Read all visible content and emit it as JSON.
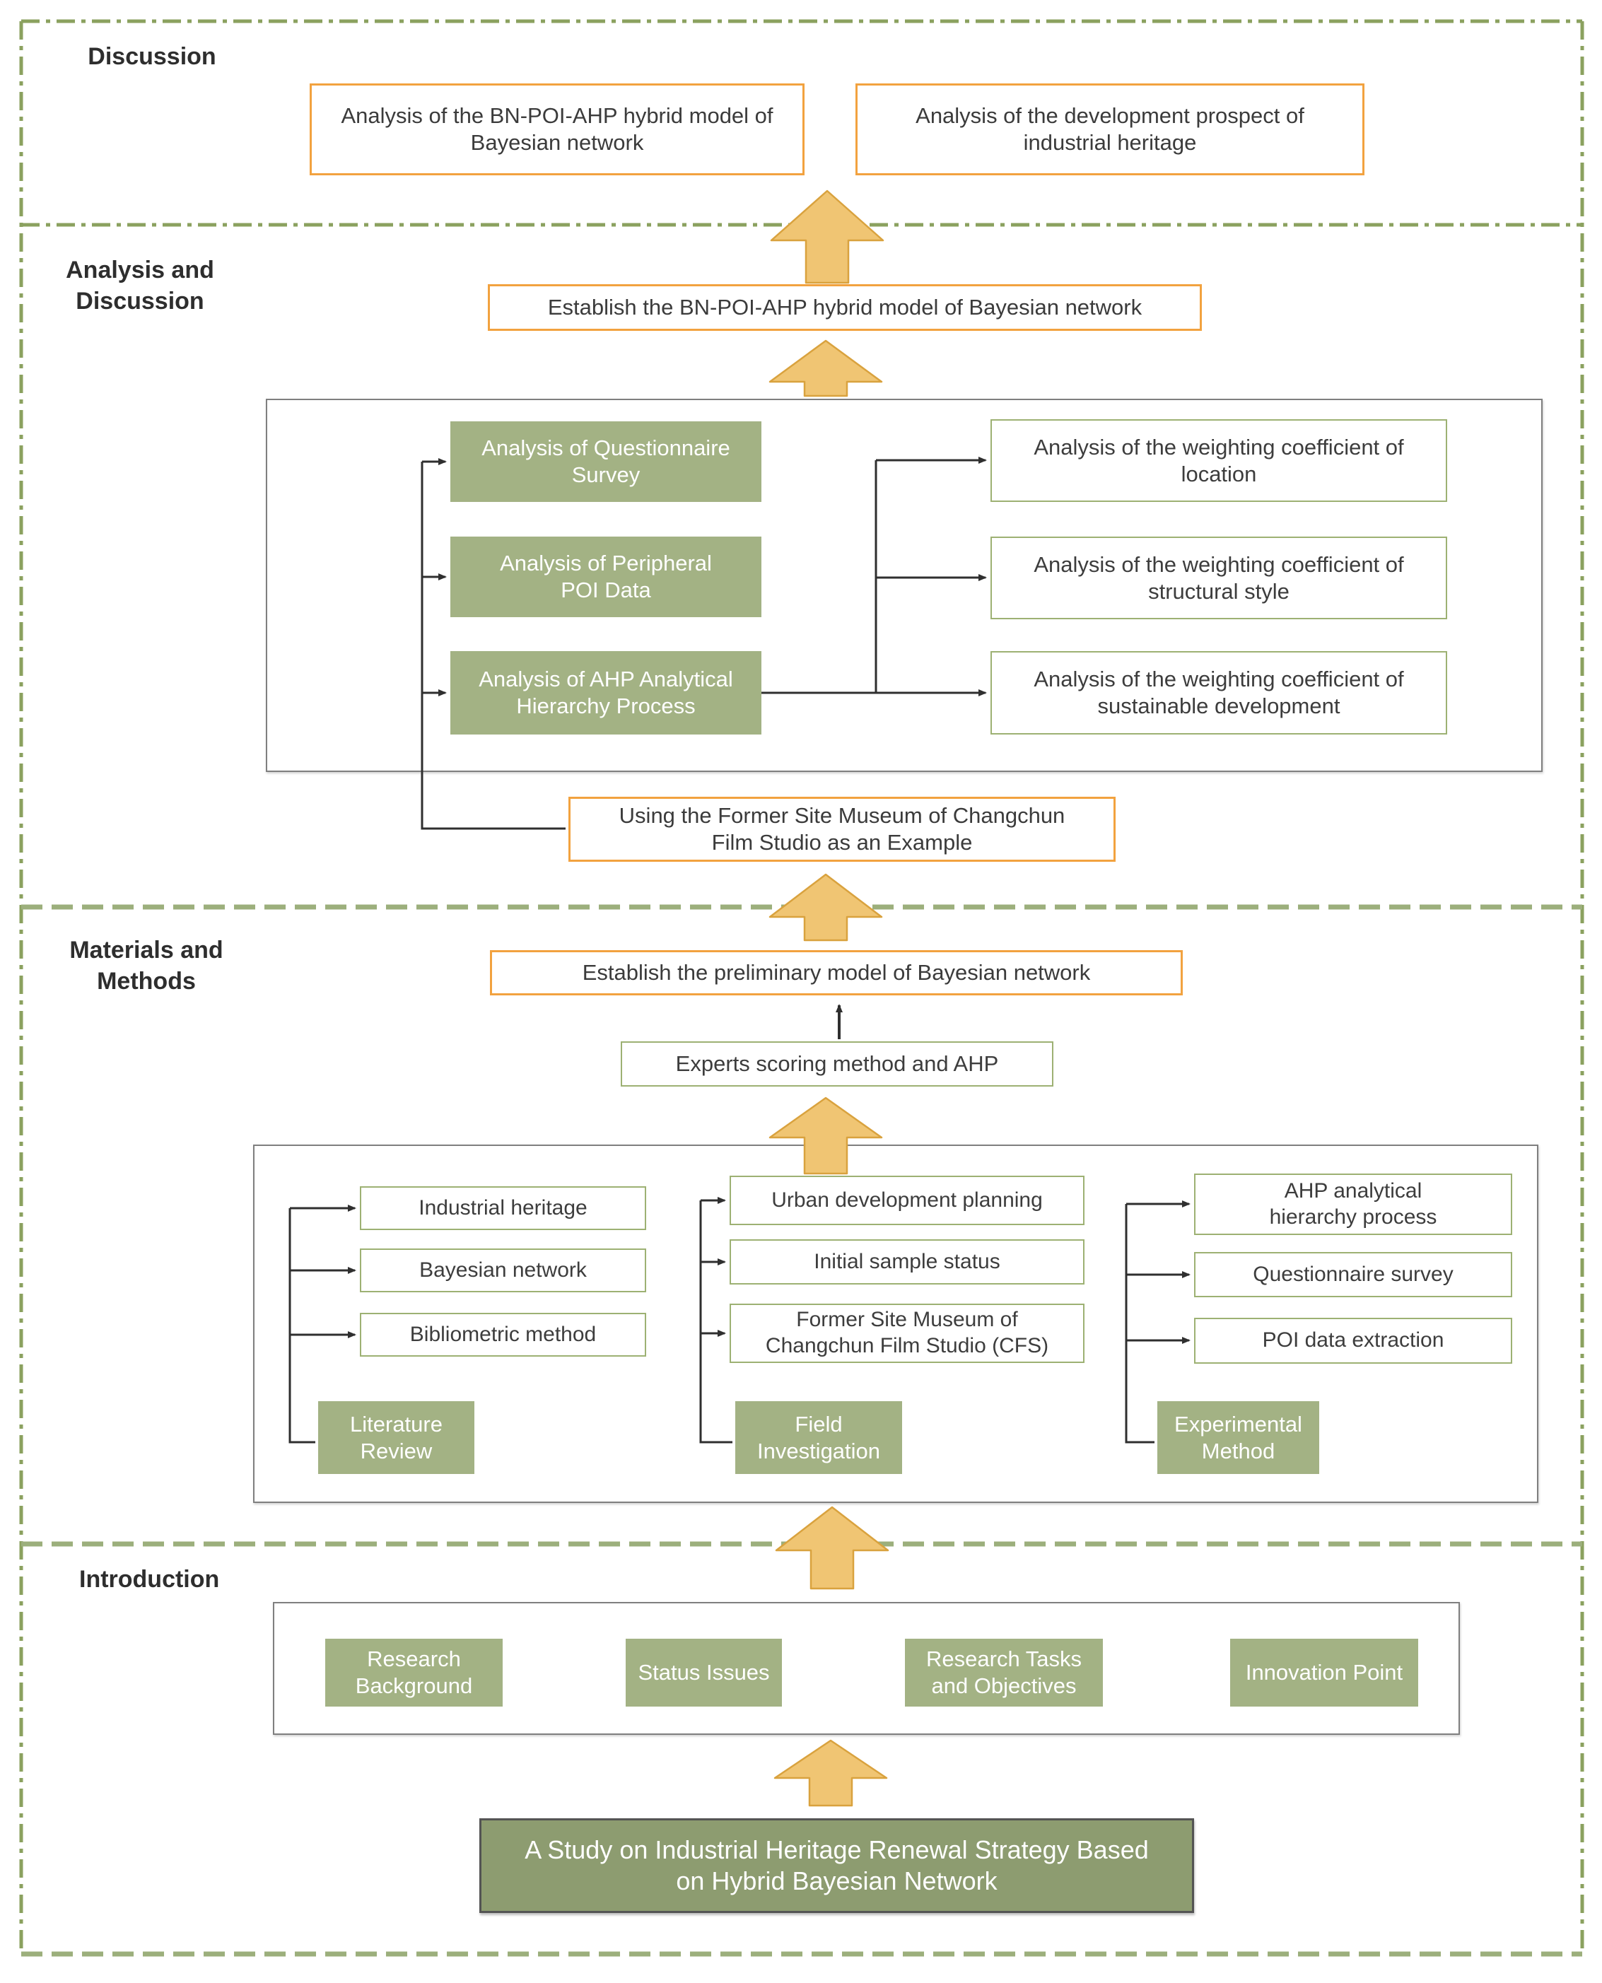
{
  "palette": {
    "accent_orange": "#F2A23F",
    "sage_green": "#A3B284",
    "dark_sage": "#8D9C70",
    "green_border": "#9DB173",
    "olive_dash": "#8BA15F",
    "sage_dash": "#9CAF7C",
    "arrow_fill": "#F0C573",
    "arrow_stroke": "#D9A23E",
    "container_gray": "#7F7F7F",
    "connector_black": "#2F2F2F"
  },
  "sections": {
    "discussion": {
      "label": "Discussion",
      "boxes": {
        "model": "Analysis of the BN-POI-AHP hybrid model of Bayesian network",
        "prospect": "Analysis of the development prospect of industrial heritage"
      }
    },
    "analysis_discussion": {
      "label": "Analysis and\nDiscussion",
      "establish_box": "Establish the BN-POI-AHP hybrid model of Bayesian network",
      "green_boxes": [
        "Analysis of Questionnaire Survey",
        "Analysis of Peripheral POI Data",
        "Analysis of AHP Analytical Hierarchy Process"
      ],
      "weight_boxes": [
        "Analysis of the weighting coefficient of location",
        "Analysis of the weighting coefficient of structural style",
        "Analysis of the weighting coefficient of sustainable development"
      ],
      "example_box": "Using the Former Site Museum of Changchun Film Studio as an Example"
    },
    "materials_methods": {
      "label": "Materials and\nMethods",
      "establish_box": "Establish the preliminary model of Bayesian network",
      "experts_box": "Experts scoring method and AHP",
      "columns": [
        {
          "label": "Literature\nReview",
          "items": [
            "Industrial heritage",
            "Bayesian network",
            "Bibliometric method"
          ]
        },
        {
          "label": "Field\nInvestigation",
          "items": [
            "Urban development planning",
            "Initial sample status",
            "Former Site Museum of Changchun Film Studio (CFS)"
          ]
        },
        {
          "label": "Experimental\nMethod",
          "items": [
            "AHP analytical hierarchy process",
            "Questionnaire survey",
            "POI data extraction"
          ]
        }
      ]
    },
    "introduction": {
      "label": "Introduction",
      "boxes": [
        "Research Background",
        "Status Issues",
        "Research Tasks and Objectives",
        "Innovation Point"
      ],
      "title_box": "A Study on Industrial Heritage Renewal Strategy Based on Hybrid Bayesian Network"
    }
  }
}
